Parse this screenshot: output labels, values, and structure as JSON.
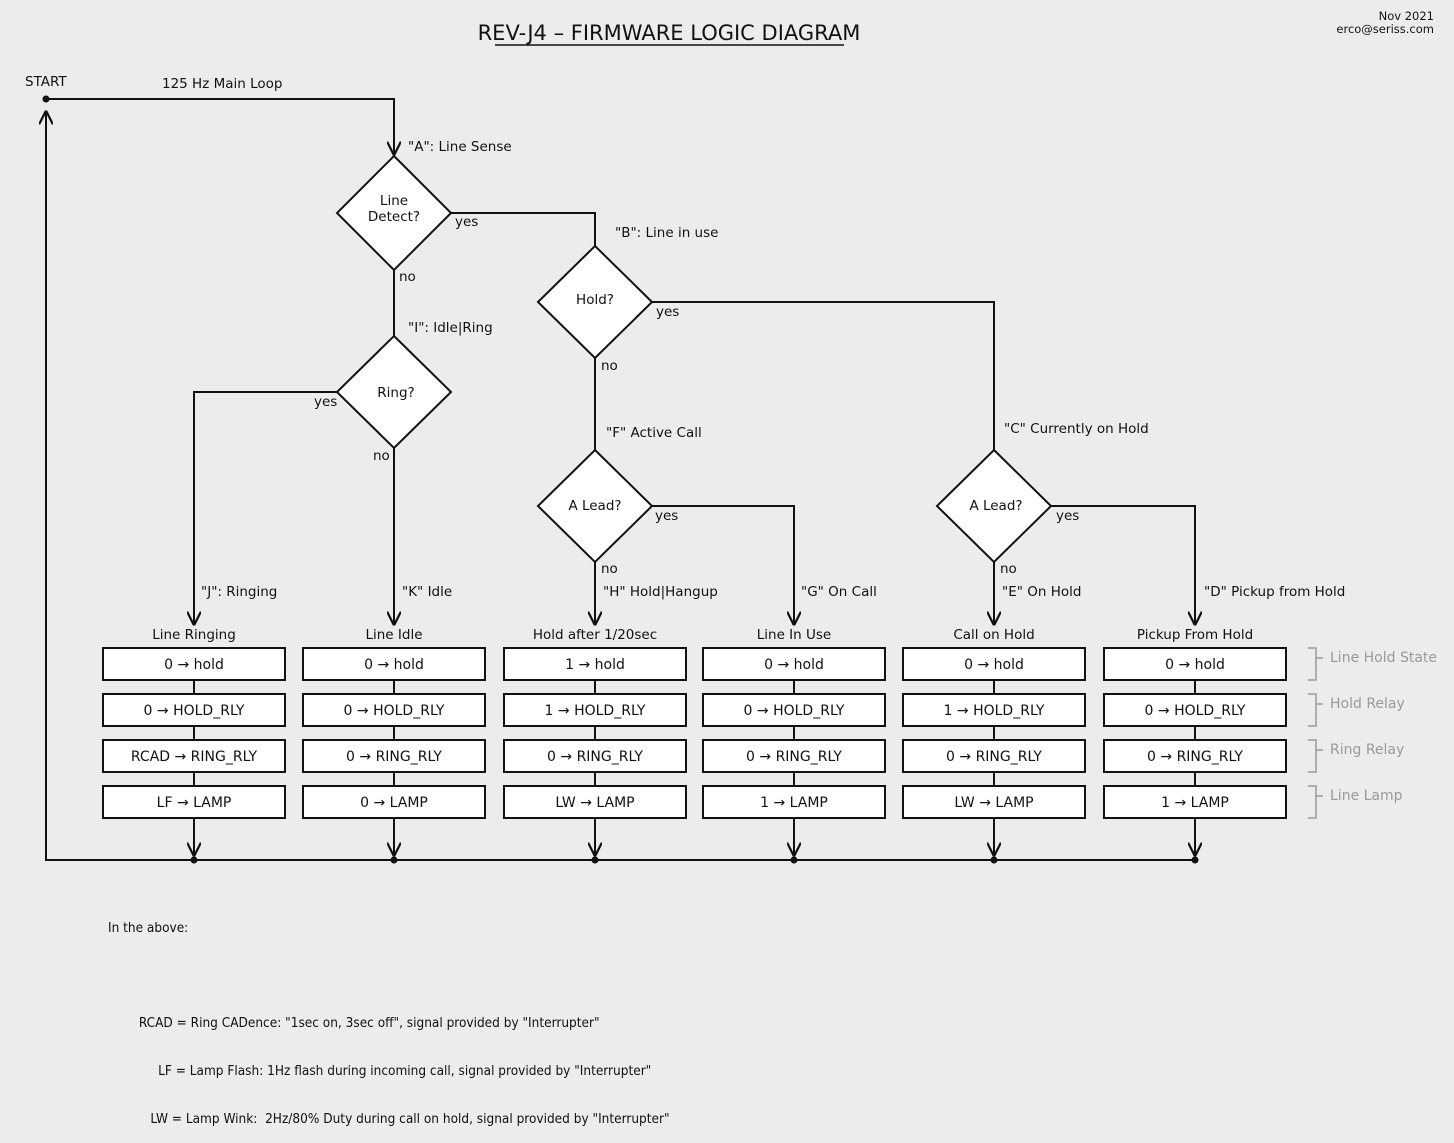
{
  "header": {
    "title": "REV-J4 – FIRMWARE LOGIC DIAGRAM",
    "date": "Nov 2021",
    "email": "erco@seriss.com"
  },
  "start_label": "START",
  "main_loop_label": "125 Hz Main Loop",
  "decisions": {
    "a": {
      "section": "\"A\": Line Sense",
      "line1": "Line",
      "line2": "Detect?",
      "yes": "yes",
      "no": "no"
    },
    "b": {
      "section": "\"B\": Line in use",
      "line1": "Hold?",
      "yes": "yes",
      "no": "no"
    },
    "i": {
      "section": "\"I\": Idle|Ring",
      "line1": "Ring?",
      "yes": "yes",
      "no": "no"
    },
    "f": {
      "section": "\"F\" Active Call",
      "line1": "A Lead?",
      "yes": "yes",
      "no": "no"
    },
    "c": {
      "section": "\"C\" Currently on Hold",
      "line1": "A Lead?",
      "yes": "yes",
      "no": "no"
    }
  },
  "columns": [
    {
      "state": "\"J\": Ringing",
      "title": "Line Ringing",
      "rows": [
        "0 → hold",
        "0 → HOLD_RLY",
        "RCAD  →  RING_RLY",
        "LF   →  LAMP"
      ]
    },
    {
      "state": "\"K\" Idle",
      "title": "Line Idle",
      "rows": [
        "0 → hold",
        "0 → HOLD_RLY",
        "0 → RING_RLY",
        "0 → LAMP"
      ]
    },
    {
      "state": "\"H\" Hold|Hangup",
      "title": "Hold after 1/20sec",
      "rows": [
        "1 → hold",
        "1 → HOLD_RLY",
        "0 → RING_RLY",
        "LW  →  LAMP"
      ]
    },
    {
      "state": "\"G\" On Call",
      "title": "Line In Use",
      "rows": [
        "0 → hold",
        "0 → HOLD_RLY",
        "0 → RING_RLY",
        "1 → LAMP"
      ]
    },
    {
      "state": "\"E\" On Hold",
      "title": "Call on Hold",
      "rows": [
        "0 → hold",
        "1 → HOLD_RLY",
        "0 → RING_RLY",
        "LW  →  LAMP"
      ]
    },
    {
      "state": "\"D\" Pickup from Hold",
      "title": "Pickup From Hold",
      "rows": [
        "0 → hold",
        "0 → HOLD_RLY",
        "0 → RING_RLY",
        "1 → LAMP"
      ]
    }
  ],
  "legend": [
    "Line Hold State",
    "Hold Relay",
    "Ring Relay",
    "Line Lamp"
  ],
  "notes": {
    "heading": "In the above:",
    "lines": [
      "        RCAD = Ring CADence: \"1sec on, 3sec off\", signal provided by \"Interrupter\"",
      "             LF = Lamp Flash: 1Hz flash during incoming call, signal provided by \"Interrupter\"",
      "           LW = Lamp Wink:  2Hz/80% Duty during call on hold, signal provided by \"Interrupter\""
    ]
  }
}
